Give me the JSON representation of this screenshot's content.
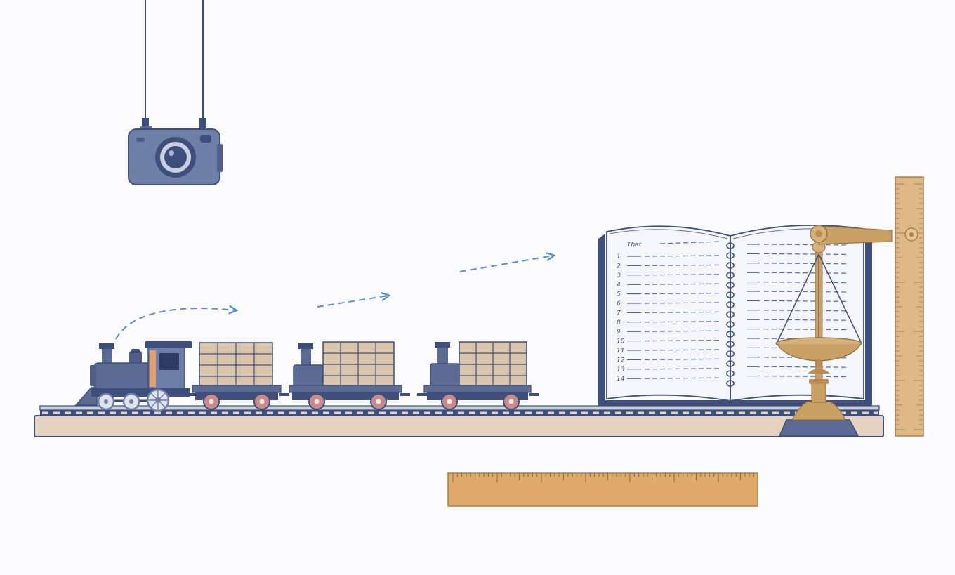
{
  "colors": {
    "background": "#fbfbfd",
    "navy": "#3f4f7c",
    "slate": "#5b6b93",
    "crate": "#d9c4ac",
    "wheel": "#c88b8b",
    "track_bed": "#e6d2c1",
    "ruler": "#e0aa6a",
    "ruler_vertical": "#dfb985",
    "brass": "#c9a165",
    "arrow": "#5a8fd0",
    "page": "#f4f6fb"
  },
  "icons": {
    "camera": "camera-icon",
    "locomotive": "steam-locomotive-icon",
    "freight_car": "freight-car-icon",
    "book": "open-ledger-book-icon",
    "scale": "balance-scale-icon",
    "ruler": "ruler-icon"
  },
  "book": {
    "left_header": "That",
    "left_numbers": [
      "1",
      "2",
      "3",
      "4",
      "5",
      "6",
      "7",
      "8",
      "9",
      "10",
      "11",
      "12",
      "13",
      "14"
    ]
  },
  "scene": {
    "freight_cars": 3,
    "motion_arrows": 3
  }
}
